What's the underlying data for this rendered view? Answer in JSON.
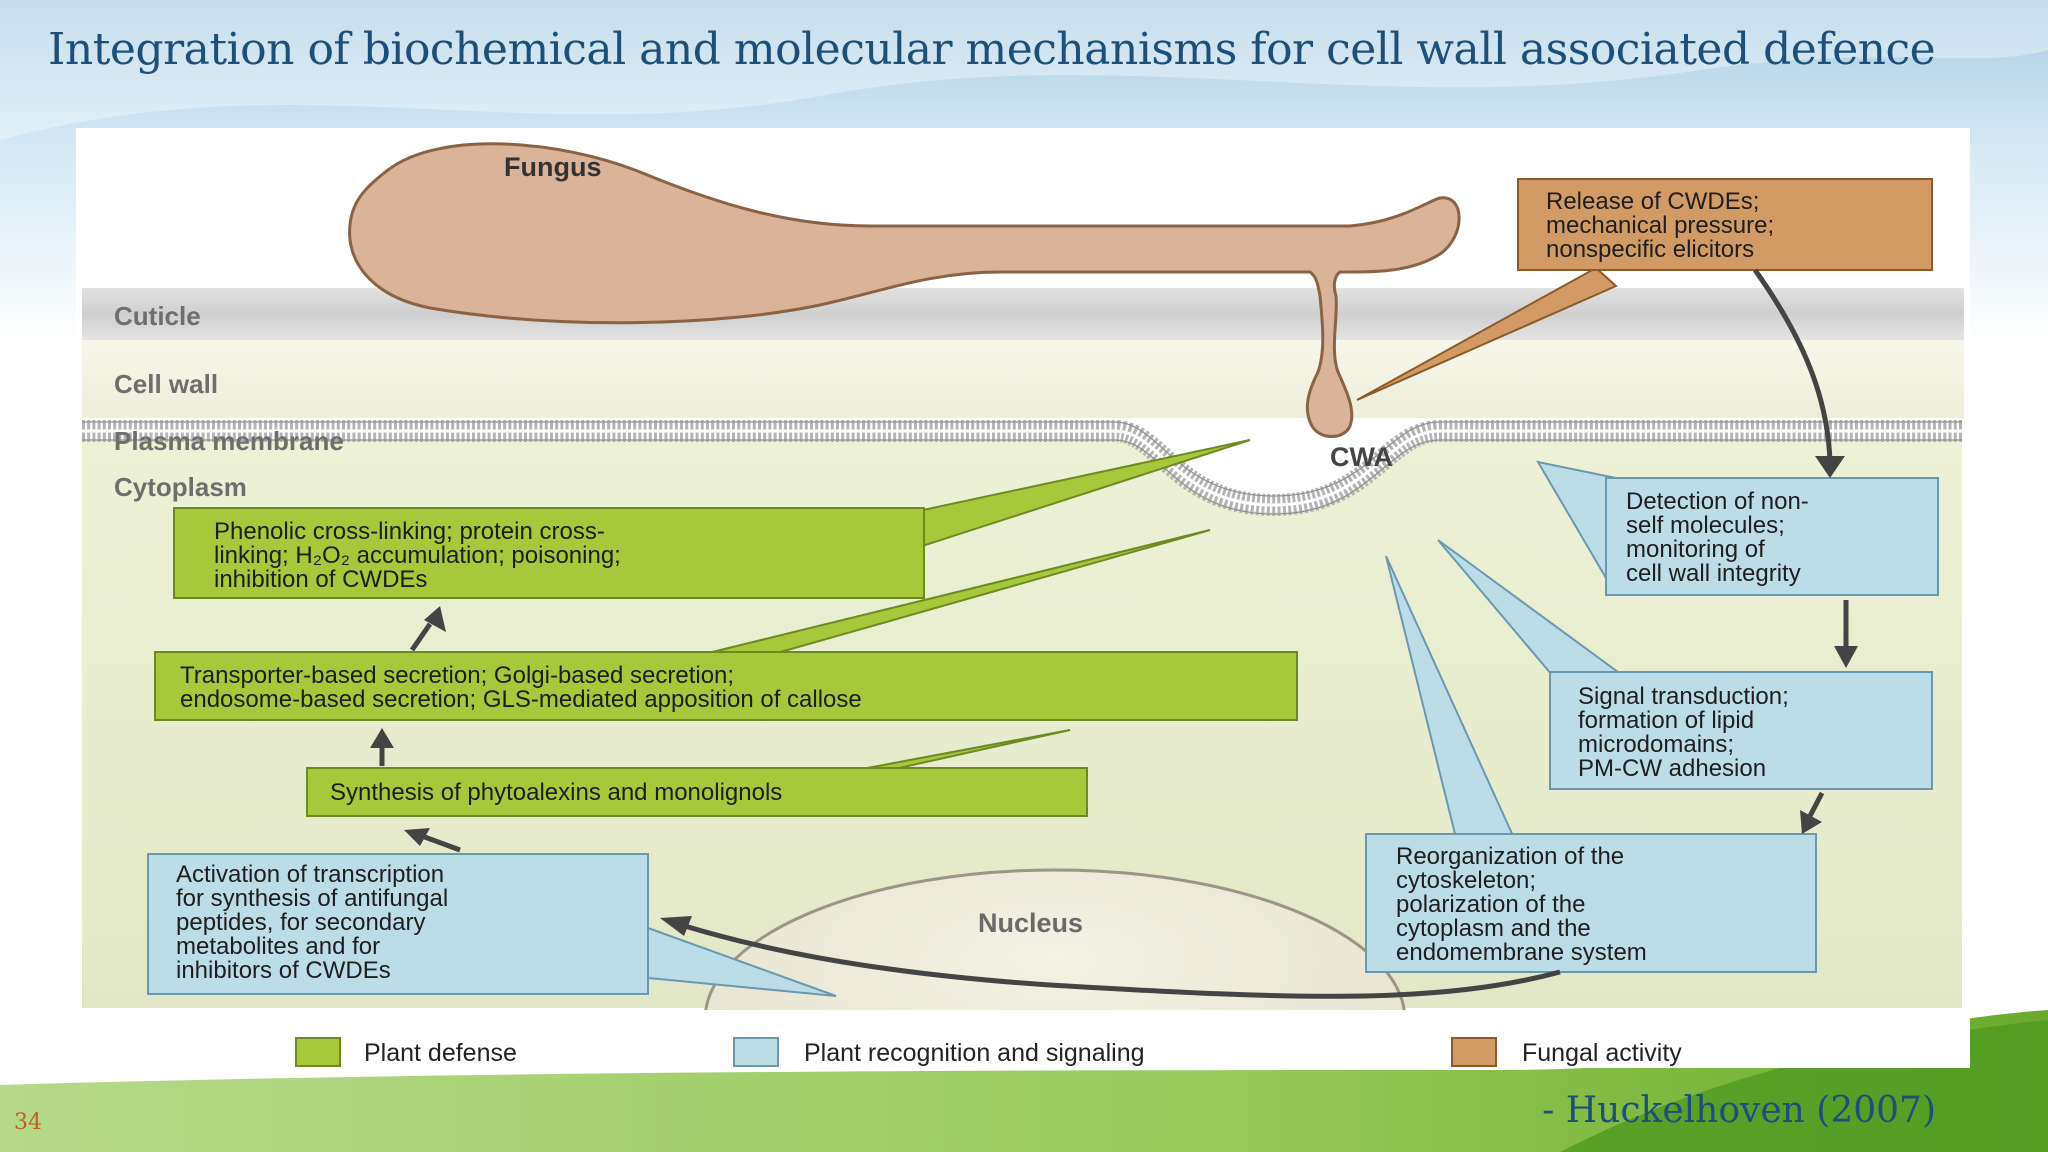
{
  "slide": {
    "title": "Integration of biochemical and molecular mechanisms for cell wall associated defence",
    "number": "34",
    "citation": "- Huckelhoven (2007)"
  },
  "colors": {
    "defense": "#a8c83c",
    "recognition": "#bcdde8",
    "fungal": "#d29a64",
    "fungus_body": "#d9b49a",
    "title": "#1c4f7a"
  },
  "diagram": {
    "fungus": "Fungus",
    "cwa": "CWA",
    "nucleus": "Nucleus",
    "layers": {
      "cuticle": "Cuticle",
      "cell_wall": "Cell wall",
      "plasma_membrane": "Plasma membrane",
      "cytoplasm": "Cytoplasm"
    },
    "boxes": {
      "release": [
        "Release of CWDEs;",
        "mechanical pressure;",
        "nonspecific elicitors"
      ],
      "phenolic": [
        "Phenolic cross-linking; protein cross-",
        "linking; H₂O₂ accumulation; poisoning;",
        "inhibition of CWDEs"
      ],
      "transport": [
        "Transporter-based secretion; Golgi-based secretion;",
        "endosome-based secretion; GLS-mediated apposition of callose"
      ],
      "synthesis": [
        "Synthesis of phytoalexins and monolignols"
      ],
      "activation": [
        "Activation of transcription",
        "for synthesis of antifungal",
        "peptides, for secondary",
        "metabolites and for",
        "inhibitors of CWDEs"
      ],
      "detection": [
        "Detection of non-",
        "self molecules;",
        "monitoring of",
        "cell wall integrity"
      ],
      "signal": [
        "Signal transduction;",
        "formation of lipid",
        "microdomains;",
        "PM-CW adhesion"
      ],
      "reorganization": [
        "Reorganization of the",
        "cytoskeleton;",
        "polarization of the",
        "cytoplasm and the",
        "endomembrane system"
      ]
    },
    "legend": [
      "Plant defense",
      "Plant recognition and signaling",
      "Fungal activity"
    ]
  }
}
